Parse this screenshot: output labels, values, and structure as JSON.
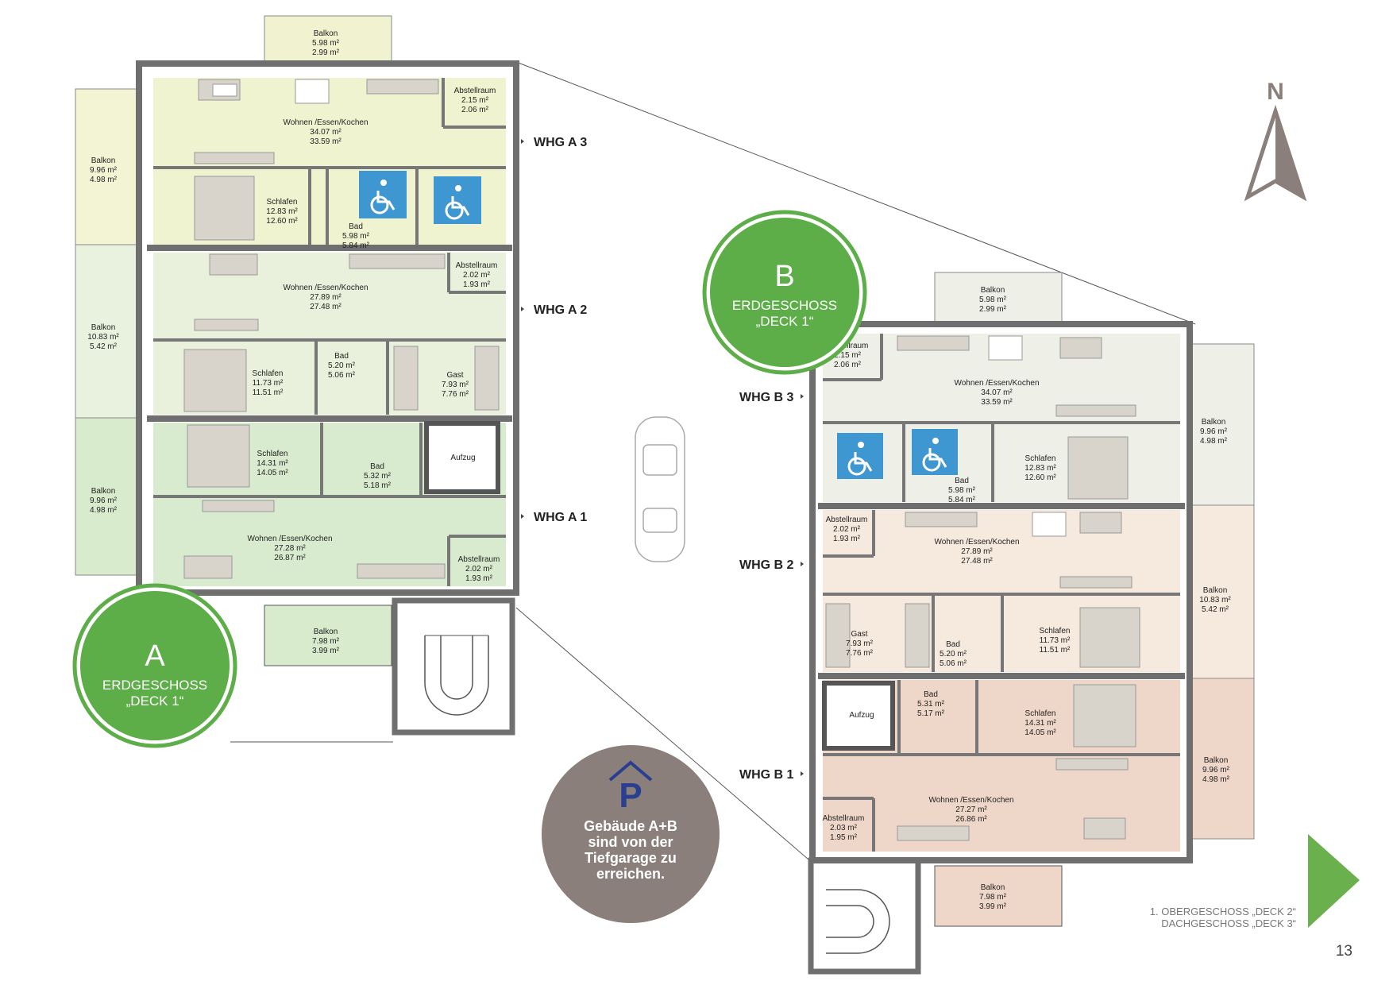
{
  "building_a": {
    "badge_letter": "A",
    "badge_line1": "ERDGESCHOSS",
    "badge_line2": "„DECK 1“",
    "units": [
      "WHG A 3",
      "WHG A 2",
      "WHG A 1"
    ],
    "rooms": [
      {
        "id": "a-balkon-top",
        "name": "Balkon",
        "a1": "5.98 m²",
        "a2": "2.99 m²"
      },
      {
        "id": "a3-abst",
        "name": "Abstellraum",
        "a1": "2.15 m²",
        "a2": "2.06 m²"
      },
      {
        "id": "a3-wohnen",
        "name": "Wohnen /Essen/Kochen",
        "a1": "34.07 m²",
        "a2": "33.59 m²"
      },
      {
        "id": "a3-balkon",
        "name": "Balkon",
        "a1": "9.96 m²",
        "a2": "4.98 m²"
      },
      {
        "id": "a3-schlafen",
        "name": "Schlafen",
        "a1": "12.83 m²",
        "a2": "12.60 m²"
      },
      {
        "id": "a3-bad",
        "name": "Bad",
        "a1": "5.98 m²",
        "a2": "5.84 m²"
      },
      {
        "id": "a2-abst",
        "name": "Abstellraum",
        "a1": "2.02 m²",
        "a2": "1.93 m²"
      },
      {
        "id": "a2-wohnen",
        "name": "Wohnen /Essen/Kochen",
        "a1": "27.89 m²",
        "a2": "27.48 m²"
      },
      {
        "id": "a2-balkon",
        "name": "Balkon",
        "a1": "10.83 m²",
        "a2": "5.42 m²"
      },
      {
        "id": "a2-schlafen",
        "name": "Schlafen",
        "a1": "11.73 m²",
        "a2": "11.51 m²"
      },
      {
        "id": "a2-bad",
        "name": "Bad",
        "a1": "5.20 m²",
        "a2": "5.06 m²"
      },
      {
        "id": "a2-gast",
        "name": "Gast",
        "a1": "7.93 m²",
        "a2": "7.76 m²"
      },
      {
        "id": "a1-schlafen",
        "name": "Schlafen",
        "a1": "14.31 m²",
        "a2": "14.05 m²"
      },
      {
        "id": "a1-bad",
        "name": "Bad",
        "a1": "5.32 m²",
        "a2": "5.18 m²"
      },
      {
        "id": "a-aufzug",
        "name": "Aufzug",
        "a1": "",
        "a2": ""
      },
      {
        "id": "a1-balkon",
        "name": "Balkon",
        "a1": "9.96 m²",
        "a2": "4.98 m²"
      },
      {
        "id": "a1-wohnen",
        "name": "Wohnen /Essen/Kochen",
        "a1": "27.28 m²",
        "a2": "26.87 m²"
      },
      {
        "id": "a1-abst",
        "name": "Abstellraum",
        "a1": "2.02 m²",
        "a2": "1.93 m²"
      },
      {
        "id": "a-balkon-bottom",
        "name": "Balkon",
        "a1": "7.98 m²",
        "a2": "3.99 m²"
      }
    ]
  },
  "building_b": {
    "badge_letter": "B",
    "badge_line1": "ERDGESCHOSS",
    "badge_line2": "„DECK 1“",
    "units": [
      "WHG B 3",
      "WHG B 2",
      "WHG B 1"
    ],
    "rooms": [
      {
        "id": "b-balkon-top",
        "name": "Balkon",
        "a1": "5.98 m²",
        "a2": "2.99 m²"
      },
      {
        "id": "b3-abst",
        "name": "Abstellraum",
        "a1": "2.15 m²",
        "a2": "2.06 m²"
      },
      {
        "id": "b3-wohnen",
        "name": "Wohnen /Essen/Kochen",
        "a1": "34.07 m²",
        "a2": "33.59 m²"
      },
      {
        "id": "b3-balkon",
        "name": "Balkon",
        "a1": "9.96 m²",
        "a2": "4.98 m²"
      },
      {
        "id": "b3-schlafen",
        "name": "Schlafen",
        "a1": "12.83 m²",
        "a2": "12.60 m²"
      },
      {
        "id": "b3-bad",
        "name": "Bad",
        "a1": "5.98 m²",
        "a2": "5.84 m²"
      },
      {
        "id": "b2-abst",
        "name": "Abstellraum",
        "a1": "2.02 m²",
        "a2": "1.93 m²"
      },
      {
        "id": "b2-wohnen",
        "name": "Wohnen /Essen/Kochen",
        "a1": "27.89 m²",
        "a2": "27.48 m²"
      },
      {
        "id": "b2-balkon",
        "name": "Balkon",
        "a1": "10.83 m²",
        "a2": "5.42 m²"
      },
      {
        "id": "b2-gast",
        "name": "Gast",
        "a1": "7.93 m²",
        "a2": "7.76 m²"
      },
      {
        "id": "b2-bad",
        "name": "Bad",
        "a1": "5.20 m²",
        "a2": "5.06 m²"
      },
      {
        "id": "b2-schlafen",
        "name": "Schlafen",
        "a1": "11.73 m²",
        "a2": "11.51 m²"
      },
      {
        "id": "b-aufzug",
        "name": "Aufzug",
        "a1": "",
        "a2": ""
      },
      {
        "id": "b1-bad",
        "name": "Bad",
        "a1": "5.31 m²",
        "a2": "5.17 m²"
      },
      {
        "id": "b1-schlafen",
        "name": "Schlafen",
        "a1": "14.31 m²",
        "a2": "14.05 m²"
      },
      {
        "id": "b1-balkon",
        "name": "Balkon",
        "a1": "9.96 m²",
        "a2": "4.98 m²"
      },
      {
        "id": "b1-abst",
        "name": "Abstellraum",
        "a1": "2.03 m²",
        "a2": "1.95 m²"
      },
      {
        "id": "b1-wohnen",
        "name": "Wohnen /Essen/Kochen",
        "a1": "27.27 m²",
        "a2": "26.86 m²"
      },
      {
        "id": "b-balkon-bottom",
        "name": "Balkon",
        "a1": "7.98 m²",
        "a2": "3.99 m²"
      }
    ]
  },
  "parking": {
    "letter": "P",
    "text": [
      "Gebäude A+B",
      "sind von der",
      "Tiefgarage zu",
      "erreichen."
    ]
  },
  "north": {
    "label": "N"
  },
  "footer": {
    "nav_line1": "1. OBERGESCHOSS „DECK 2“",
    "nav_line2": "DACHGESCHOSS „DECK 3“",
    "page_number": "13"
  },
  "colors": {
    "green_badge": "#5dae48",
    "parking_circle": "#8a7f7a",
    "north_arrow": "#8a7f7a",
    "nav_arrow": "#6ab04c",
    "wall": "#6f6f6f",
    "a3_fill": "#f0f3cf",
    "a2_fill": "#e9f1dc",
    "a1_fill": "#d9ebcf",
    "b3_fill": "#eef0e8",
    "b2_fill": "#f6e9de",
    "b1_fill": "#eed6c8",
    "accessible_blue": "#3f97d1"
  }
}
